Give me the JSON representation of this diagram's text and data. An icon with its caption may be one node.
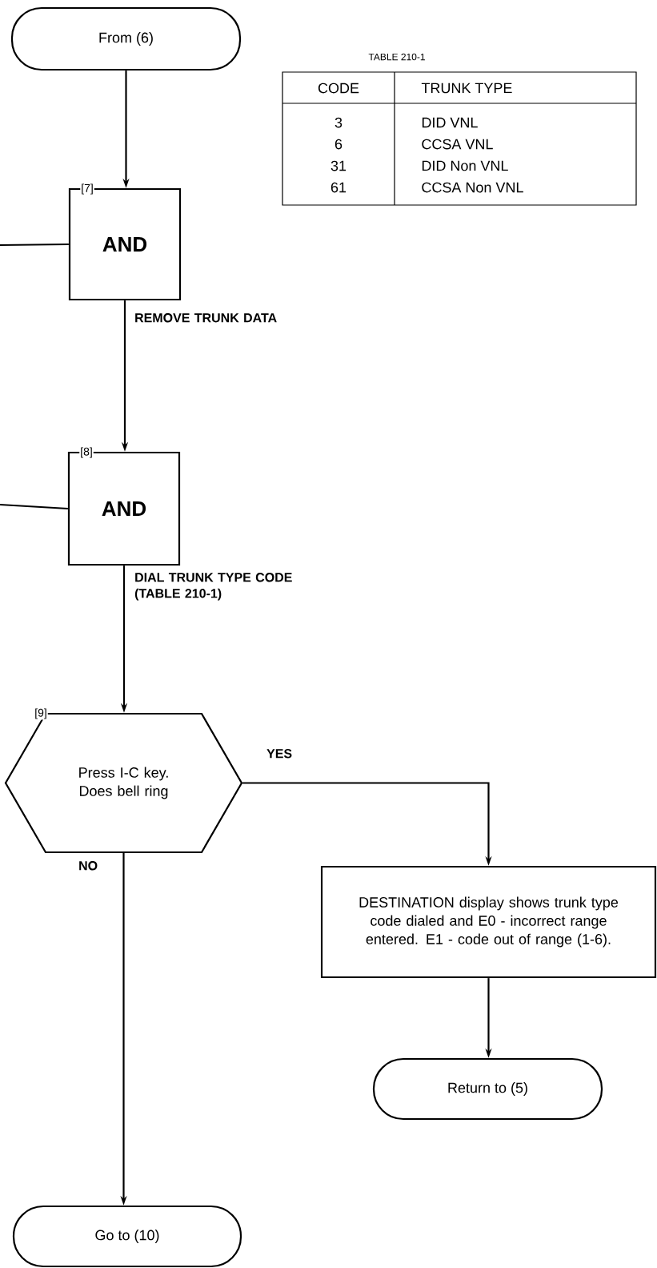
{
  "diagram": {
    "nodes": [
      {
        "text": [
          "From (6)"
        ]
      },
      {
        "text": [
          "AND"
        ],
        "beside": [
          "[7]"
        ]
      },
      {
        "text": [
          "AND"
        ],
        "beside": [
          "[8]"
        ]
      },
      {
        "text": [
          "Press I-C key. Does bell ring"
        ],
        "beside": [
          "[9]"
        ]
      },
      {
        "text": [
          "DESTINATION display shows trunk type code dialed and E0 - incorrect range entered. E1 - code out of range (1-6)."
        ]
      },
      {
        "text": [
          "Return to (5)"
        ]
      },
      {
        "text": [
          "Go to (10)"
        ]
      }
    ],
    "edges": [
      {
        "from": 0,
        "to": 1,
        "arrow": "to"
      },
      {
        "from": null,
        "to": 1,
        "arrow": "none"
      },
      {
        "from": 1,
        "to": 2,
        "arrow": "to",
        "label": "REMOVE TRUNK DATA"
      },
      {
        "from": null,
        "to": 2,
        "arrow": "none"
      },
      {
        "from": 2,
        "to": 3,
        "arrow": "to",
        "label": "DIAL TRUNK TYPE CODE (TABLE 210-1)"
      },
      {
        "from": 3,
        "to": 4,
        "arrow": "to",
        "label": "YES"
      },
      {
        "from": 3,
        "to": 6,
        "arrow": "to",
        "label": "NO"
      },
      {
        "from": 4,
        "to": 5,
        "arrow": "to"
      }
    ],
    "labels": [
      "TABLE 210-1",
      "CODE",
      "TRUNK TYPE",
      "3",
      "DID VNL",
      "6",
      "CCSA VNL",
      "31",
      "DID Non VNL",
      "61",
      "CCSA Non VNL"
    ]
  }
}
